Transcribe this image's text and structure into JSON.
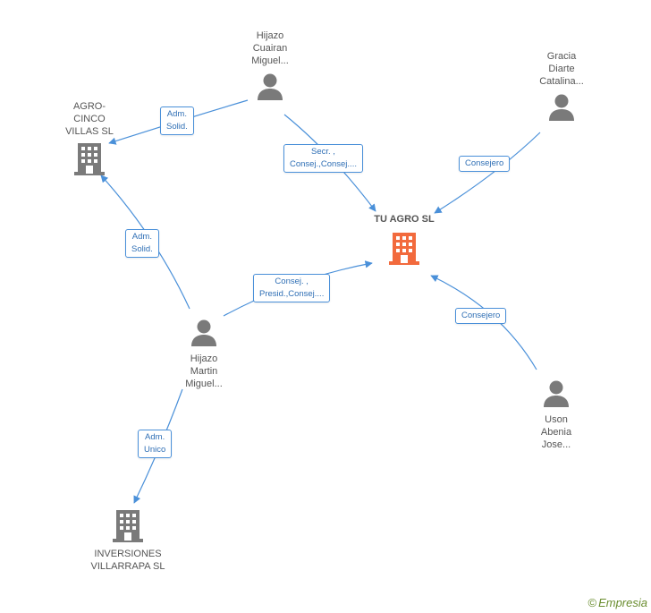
{
  "colors": {
    "edge": "#4a90d9",
    "person_icon": "#7a7a7a",
    "company_icon": "#7a7a7a",
    "main_company_icon": "#f26a3d",
    "brand": "#6a8d2f"
  },
  "nodes": {
    "tu_agro": {
      "lines": [
        "TU AGRO SL"
      ],
      "icon": "company-icon-main"
    },
    "agro_cinco": {
      "lines": [
        "AGRO-",
        "CINCO",
        "VILLAS SL"
      ],
      "icon": "company-icon"
    },
    "inversiones": {
      "lines": [
        "INVERSIONES",
        "VILLARRAPA SL"
      ],
      "icon": "company-icon"
    },
    "hijazo_cuairan": {
      "lines": [
        "Hijazo",
        "Cuairan",
        "Miguel..."
      ],
      "icon": "person-icon"
    },
    "gracia": {
      "lines": [
        "Gracia",
        "Diarte",
        "Catalina..."
      ],
      "icon": "person-icon"
    },
    "hijazo_martin": {
      "lines": [
        "Hijazo",
        "Martin",
        "Miguel..."
      ],
      "icon": "person-icon"
    },
    "uson": {
      "lines": [
        "Uson",
        "Abenia",
        "Jose..."
      ],
      "icon": "person-icon"
    }
  },
  "relations": {
    "cuairan_agro": [
      "Adm.",
      "Solid."
    ],
    "cuairan_tu": [
      "Secr. ,",
      "Consej.,Consej...."
    ],
    "gracia_tu": [
      "Consejero"
    ],
    "martin_agro": [
      "Adm.",
      "Solid."
    ],
    "martin_tu": [
      "Consej. ,",
      "Presid.,Consej...."
    ],
    "uson_tu": [
      "Consejero"
    ],
    "martin_inv": [
      "Adm.",
      "Unico"
    ]
  },
  "brand": {
    "copyright": "©",
    "name": "Empresia"
  }
}
